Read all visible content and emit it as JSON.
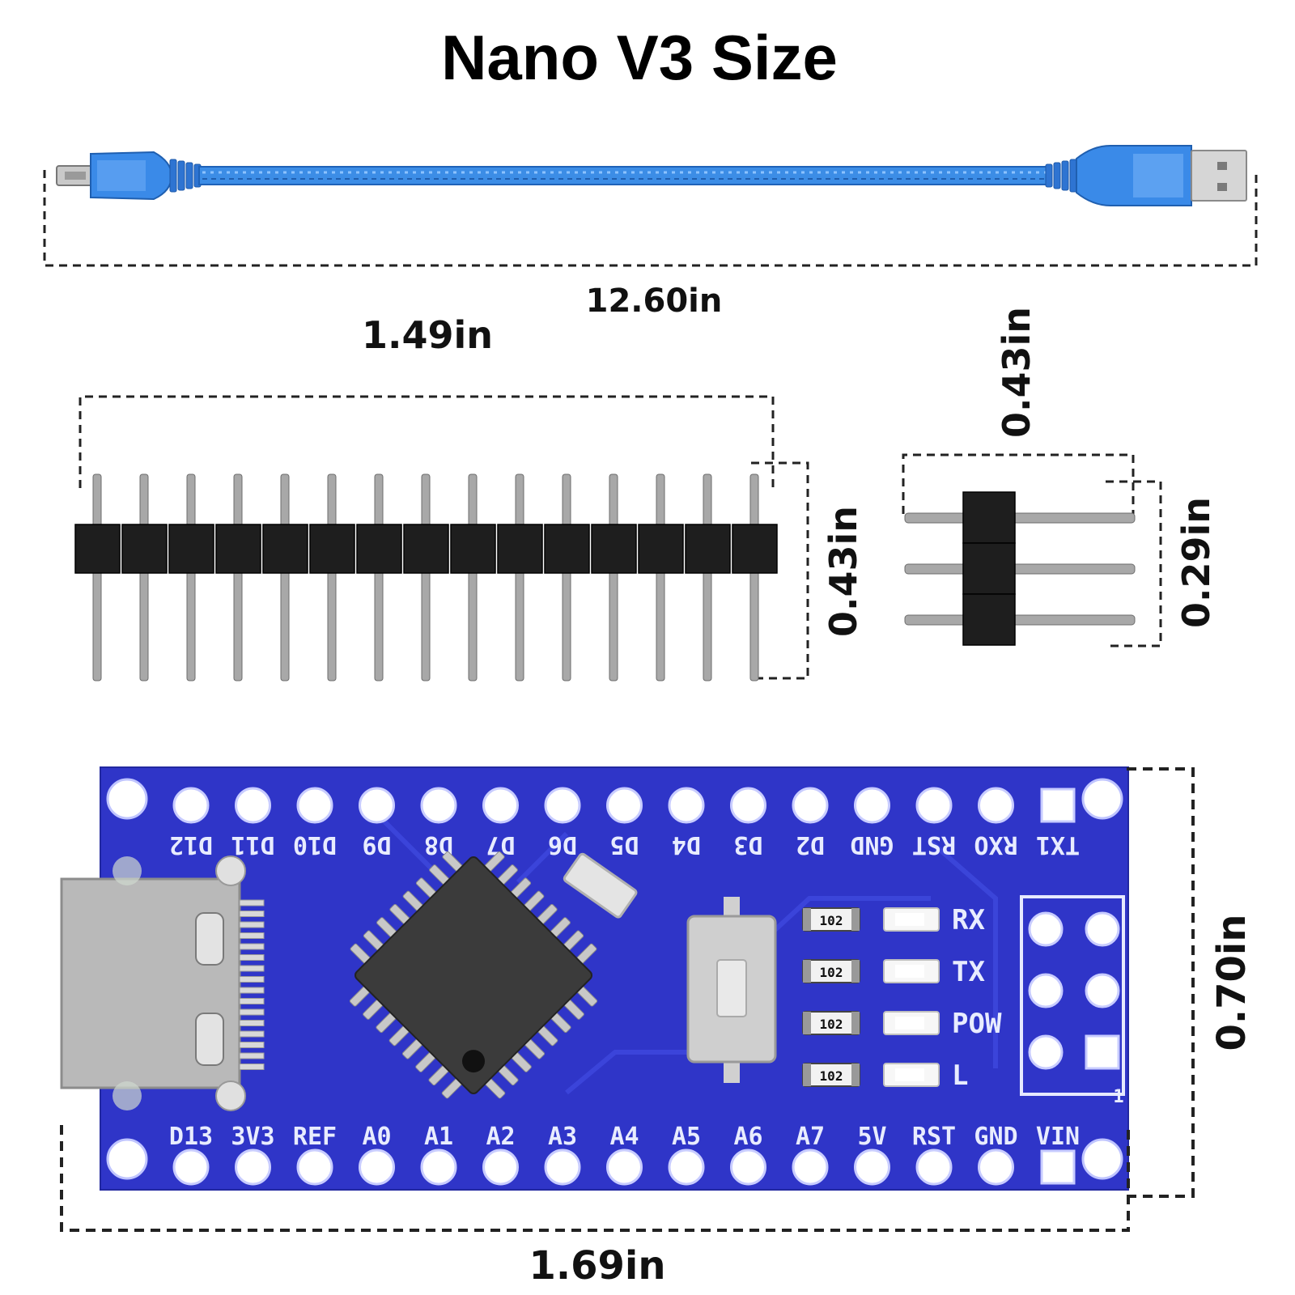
{
  "title": "Nano V3 Size",
  "colors": {
    "cable_blue": "#2f7fe0",
    "pcb_blue": "#2f35c8",
    "header_black": "#1e1e1e",
    "pin_silver": "#a8a8a8",
    "chip_dark": "#3a3a3a",
    "dim_line": "#222222"
  },
  "dimensions": {
    "cable_length": "12.60in",
    "header_length": "1.49in",
    "header_height": "0.43in",
    "small_header_width": "0.43in",
    "small_header_height": "0.29in",
    "board_width": "1.69in",
    "board_height": "0.70in"
  },
  "board": {
    "top_pins": [
      "D12",
      "D11",
      "D10",
      "D9",
      "D8",
      "D7",
      "D6",
      "D5",
      "D4",
      "D3",
      "D2",
      "GND",
      "RST",
      "RXO",
      "TX1"
    ],
    "bottom_pins": [
      "D13",
      "3V3",
      "REF",
      "A0",
      "A1",
      "A2",
      "A3",
      "A4",
      "A5",
      "A6",
      "A7",
      "5V",
      "RST",
      "GND",
      "VIN"
    ],
    "leds": [
      {
        "resistor": "102",
        "label": "RX"
      },
      {
        "resistor": "102",
        "label": "TX"
      },
      {
        "resistor": "102",
        "label": "POW"
      },
      {
        "resistor": "102",
        "label": "L"
      }
    ],
    "icsp_marker": "1"
  },
  "header_pin_count": 15,
  "small_header_pin_count": 3
}
